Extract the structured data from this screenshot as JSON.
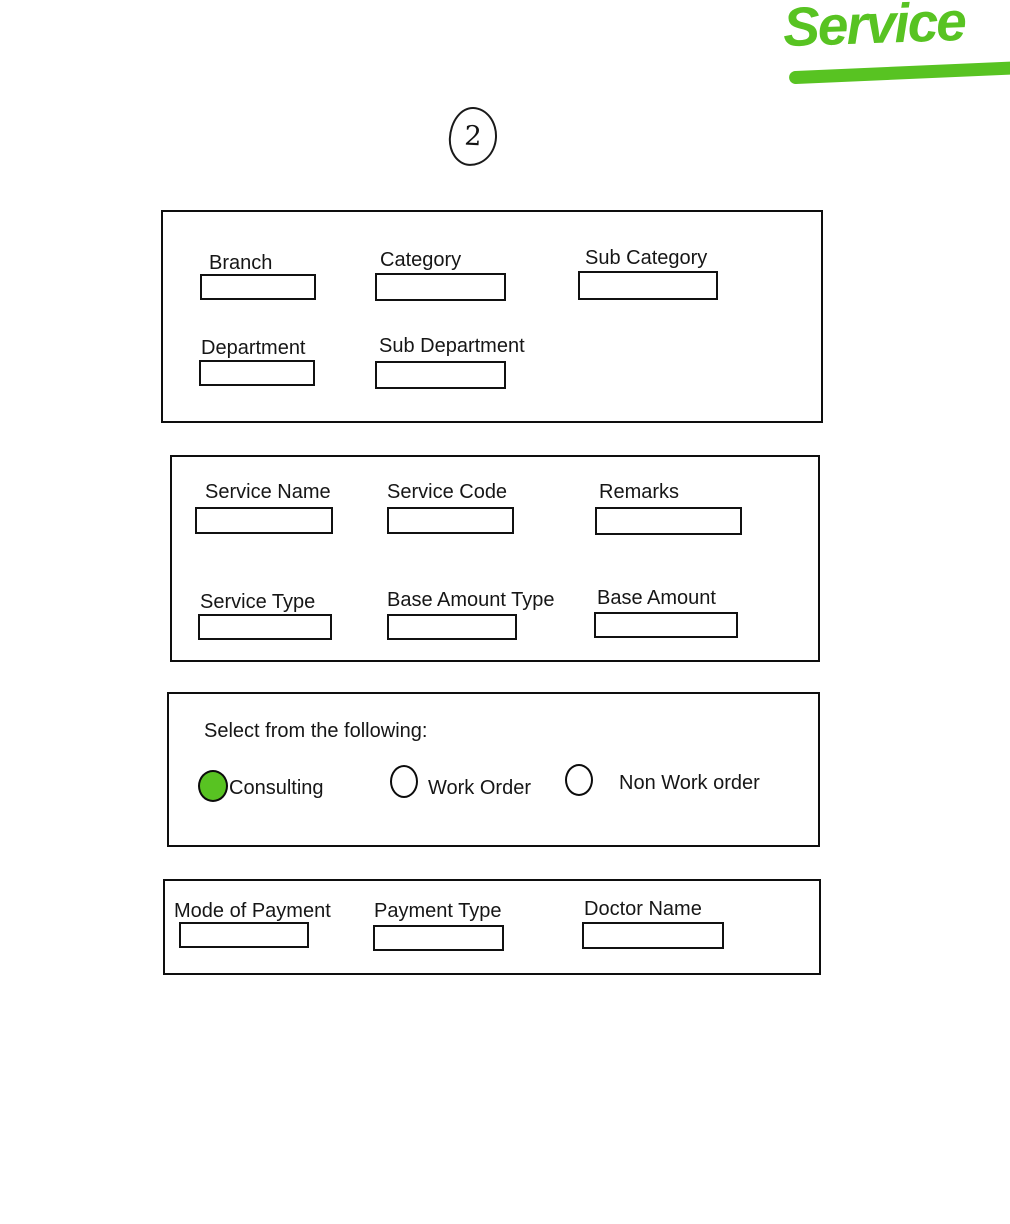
{
  "page": {
    "handwritten_title": "Service",
    "page_number": "2"
  },
  "colors": {
    "accent_green": "#58c322"
  },
  "sections": {
    "classification": {
      "fields": [
        {
          "label": "Branch"
        },
        {
          "label": "Category"
        },
        {
          "label": "Sub Category"
        },
        {
          "label": "Department"
        },
        {
          "label": "Sub Department"
        }
      ]
    },
    "service_details": {
      "fields": [
        {
          "label": "Service Name"
        },
        {
          "label": "Service Code"
        },
        {
          "label": "Remarks"
        },
        {
          "label": "Service Type"
        },
        {
          "label": "Base Amount Type"
        },
        {
          "label": "Base Amount"
        }
      ]
    },
    "service_kind": {
      "prompt": "Select from the following:",
      "options": [
        {
          "label": "Consulting",
          "selected": true
        },
        {
          "label": "Work Order",
          "selected": false
        },
        {
          "label": "Non Work order",
          "selected": false
        }
      ]
    },
    "payment": {
      "fields": [
        {
          "label": "Mode of Payment"
        },
        {
          "label": "Payment Type"
        },
        {
          "label": "Doctor Name"
        }
      ]
    }
  }
}
